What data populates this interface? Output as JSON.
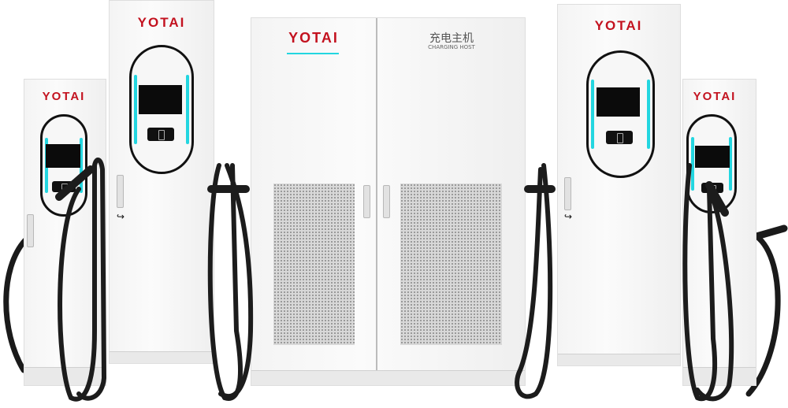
{
  "brand": {
    "logo_text": "YOTAI",
    "logo_color": "#c3121f",
    "accent_color": "#23d6e0"
  },
  "host_cabinet": {
    "title_cn": "充电主机",
    "title_en": "CHARGING HOST"
  },
  "units": [
    {
      "name": "small-charger-left",
      "logo": "YOTAI"
    },
    {
      "name": "tall-charger-left",
      "logo": "YOTAI"
    },
    {
      "name": "charging-host-cabinet",
      "logo": "YOTAI"
    },
    {
      "name": "tall-charger-right",
      "logo": "YOTAI"
    },
    {
      "name": "small-charger-right",
      "logo": "YOTAI"
    }
  ]
}
